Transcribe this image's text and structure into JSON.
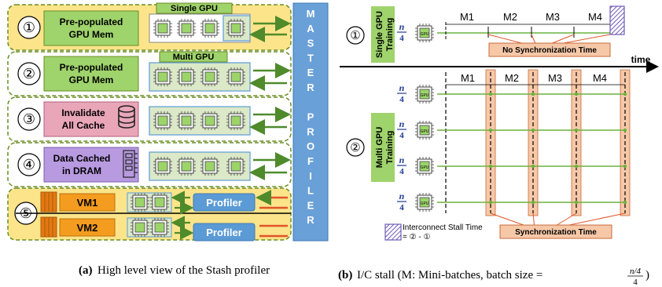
{
  "colors": {
    "yellow_bg": "#fbe48a",
    "green_box": "#9fd36b",
    "pink_box": "#e9a6b9",
    "purple_box": "#b89ae0",
    "orange_box": "#f49c1f",
    "blue_bar": "#6aa0d8",
    "profiler_box": "#5b9bd5",
    "gpu_green": "#9cd46a",
    "sync_bar": "#f6c8a8",
    "arrow_green": "#4f8a2b",
    "arrow_red": "#e0552b",
    "stall_purple": "#6f5bb7"
  },
  "panel_a": {
    "master_profiler_letters": [
      "M",
      "A",
      "S",
      "T",
      "E",
      "R",
      "",
      "P",
      "R",
      "O",
      "F",
      "I",
      "L",
      "E",
      "R"
    ],
    "rows": [
      {
        "num": "①",
        "label_line1": "Pre-populated",
        "label_line2": "GPU Mem",
        "gpu_header": "Single GPU"
      },
      {
        "num": "②",
        "label_line1": "Pre-populated",
        "label_line2": "GPU Mem",
        "gpu_header": "Multi GPU"
      },
      {
        "num": "③",
        "label_line1": "Invalidate",
        "label_line2": "All Cache",
        "icon": "database-icon"
      },
      {
        "num": "④",
        "label_line1": "Data Cached",
        "label_line2": "in DRAM",
        "icon": "ram-chip-icon"
      }
    ],
    "row5": {
      "num": "⑤",
      "vm1": "VM1",
      "vm2": "VM2",
      "profiler": "Profiler"
    },
    "caption_label": "(a)",
    "caption_text": "High level view of the Stash profiler"
  },
  "panel_b": {
    "single_label_line1": "Single GPU",
    "single_label_line2": "Training",
    "multi_label_line1": "Multi GPU",
    "multi_label_line2": "Training",
    "num1": "①",
    "num2": "②",
    "fraction_num": "n",
    "fraction_den": "4",
    "gpu_text": "GPU",
    "minibatches_top": [
      "M1",
      "M2",
      "M3",
      "M4"
    ],
    "minibatches_multi": [
      "M1",
      "M2",
      "M3",
      "M4"
    ],
    "no_sync": "No Synchronization Time",
    "time_label": "time",
    "sync_time": "Synchronization Time",
    "stall_label_line1": "Interconnect Stall Time",
    "stall_label_line2": "= ② - ①",
    "caption_label": "(b)",
    "caption_text": "I/C stall (M: Mini-batches, batch size = ",
    "caption_frac_num": "n/4",
    "caption_frac_den": "4",
    "caption_close": ")"
  }
}
